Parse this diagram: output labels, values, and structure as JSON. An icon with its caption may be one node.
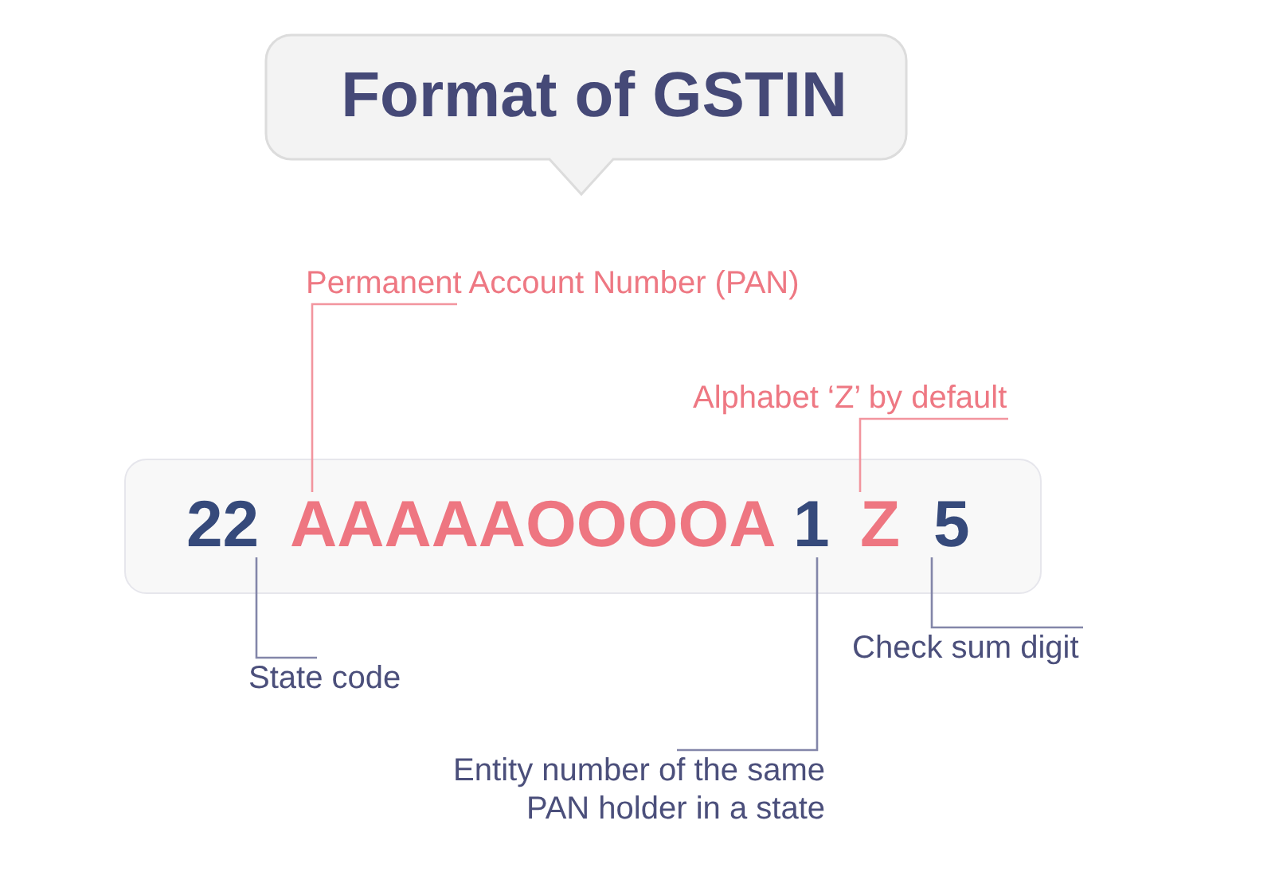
{
  "diagram": {
    "title": "Format of GSTIN",
    "nodes": [
      {
        "text": [
          "Permanent Account Number (PAN)"
        ]
      },
      {
        "text": [
          "Alphabet ‘Z’ by default"
        ]
      },
      {
        "text": [],
        "shape": "box"
      },
      {
        "text": [
          "22"
        ],
        "in": 2
      },
      {
        "text": [
          "AAAAAOOOOA"
        ],
        "in": 2
      },
      {
        "text": [
          "1"
        ],
        "in": 2
      },
      {
        "text": [
          "Z"
        ],
        "in": 2
      },
      {
        "text": [
          "5"
        ],
        "in": 2
      },
      {
        "text": [
          "State code"
        ]
      },
      {
        "text": [
          "Check sum digit"
        ]
      },
      {
        "text": [
          "Entity number of the same PAN holder in a state"
        ]
      }
    ],
    "edges": [
      {
        "from": 0,
        "to": 4,
        "arrow": "none",
        "color": "#f2959e"
      },
      {
        "from": 1,
        "to": 6,
        "arrow": "none",
        "color": "#f2959e"
      },
      {
        "from": 8,
        "to": 3,
        "arrow": "none"
      },
      {
        "from": 9,
        "to": 7,
        "arrow": "none"
      },
      {
        "from": 10,
        "to": 5,
        "arrow": "none"
      }
    ]
  }
}
